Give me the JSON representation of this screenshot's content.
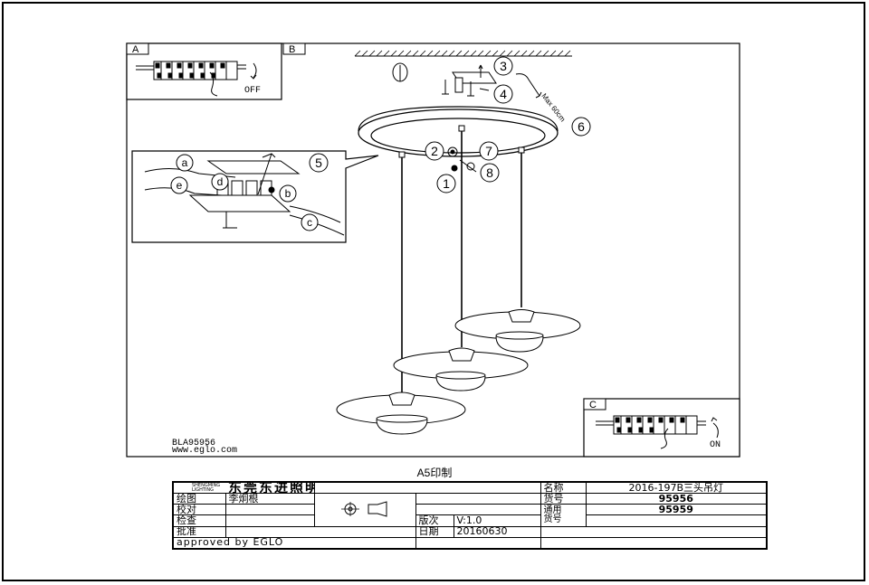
{
  "panels": {
    "a": {
      "letter": "A",
      "status": "OFF"
    },
    "b": {
      "letter": "B"
    },
    "c": {
      "letter": "C",
      "status": "ON"
    }
  },
  "callouts": {
    "n1": "1",
    "n2": "2",
    "n3": "3",
    "n4": "4",
    "n5": "5",
    "n6": "6",
    "n7": "7",
    "n8": "8",
    "la": "a",
    "lb": "b",
    "lc": "c",
    "ld": "d",
    "le": "e"
  },
  "max_label": "Max 60cm",
  "model_code": "BLA95956",
  "website": "www.eglo.com",
  "print_note": "A5印制",
  "title_block": {
    "logo_text": "SHENGMING LIGHTING",
    "company": "东莞东进照明有限公司",
    "name_label": "名称",
    "name_value": "2016-197B三头吊灯",
    "draw_label": "绘图",
    "draw_value": "李炯根",
    "itemno_label": "货号",
    "itemno_value": "95956",
    "check_label": "校对",
    "common_label": "通用",
    "common_label2": "货号",
    "common_value": "95959",
    "inspect_label": "检查",
    "version_label": "版次",
    "version_value": "V:1.0",
    "approve_label": "批准",
    "date_label": "日期",
    "date_value": "20160630",
    "approved_by": "approved by EGLO"
  }
}
